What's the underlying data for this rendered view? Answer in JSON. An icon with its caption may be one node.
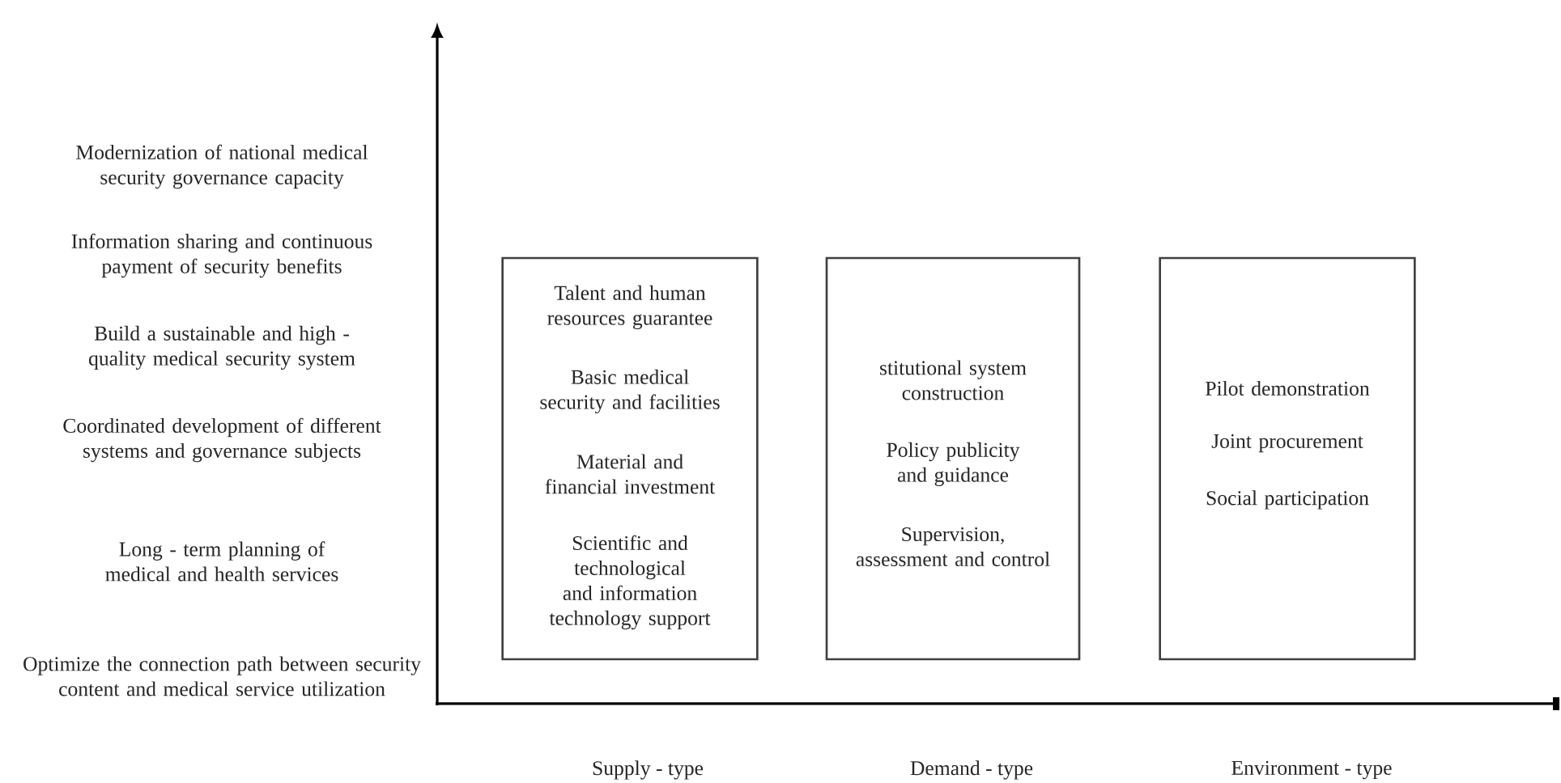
{
  "diagram": {
    "nodes": [
      {
        "text": [
          "Talent and human resources guarantee",
          "Basic medical security and facilities",
          "Material and financial investment",
          "Scientific and technological and information technology support"
        ]
      },
      {
        "text": [
          "stitutional system construction",
          "Policy publicity and guidance",
          "Supervision, assessment and control"
        ]
      },
      {
        "text": [
          "Pilot demonstration",
          "Joint procurement",
          "Social participation"
        ]
      }
    ],
    "labels": [
      "Modernization of national medical security governance capacity",
      "Information sharing and continuous payment of security benefits",
      "Build a sustainable and high - quality medical security system",
      "Coordinated development of different systems and governance subjects",
      "Long - term planning of medical and health services",
      "Optimize the connection path between security content and medical service utilization",
      "Supply - type",
      "Demand - type",
      "Environment - type"
    ]
  }
}
